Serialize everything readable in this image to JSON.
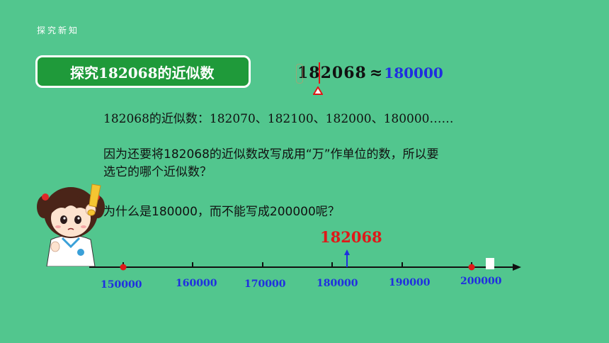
{
  "header": {
    "section_label": "探究新知"
  },
  "title": {
    "text": "探究182068的近似数"
  },
  "demo": {
    "digits": "182068",
    "approx_symbol": "≈",
    "approx_value": "180000"
  },
  "content": {
    "line1": "182068的近似数：182070、182100、182000、180000……",
    "line2": "因为还要将182068的近似数改写成用“万”作单位的数，所以要",
    "line3": "选它的哪个近似数？",
    "line4": "为什么是180000，而不能写成200000呢？"
  },
  "number_line": {
    "ticks": [
      "150000",
      "160000",
      "170000",
      "180000",
      "190000",
      "200000"
    ],
    "marker_value": "182068"
  },
  "colors": {
    "background": "#52c68e",
    "title_bg": "#1f9a3a",
    "accent_red": "#e01818",
    "accent_blue": "#1f2ee0"
  }
}
